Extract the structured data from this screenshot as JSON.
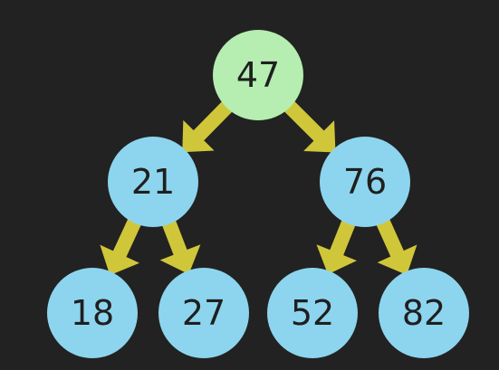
{
  "colors": {
    "background": "#222222",
    "root_fill": "#b5eeb0",
    "node_fill": "#8dd5ee",
    "arrow": "#d0c63a"
  },
  "tree": {
    "root": {
      "value": "47"
    },
    "left": {
      "value": "21"
    },
    "right": {
      "value": "76"
    },
    "left_left": {
      "value": "18"
    },
    "left_right": {
      "value": "27"
    },
    "right_left": {
      "value": "52"
    },
    "right_right": {
      "value": "82"
    }
  },
  "edges": [
    {
      "from": "root",
      "to": "left"
    },
    {
      "from": "root",
      "to": "right"
    },
    {
      "from": "left",
      "to": "left_left"
    },
    {
      "from": "left",
      "to": "left_right"
    },
    {
      "from": "right",
      "to": "right_left"
    },
    {
      "from": "right",
      "to": "right_right"
    }
  ]
}
